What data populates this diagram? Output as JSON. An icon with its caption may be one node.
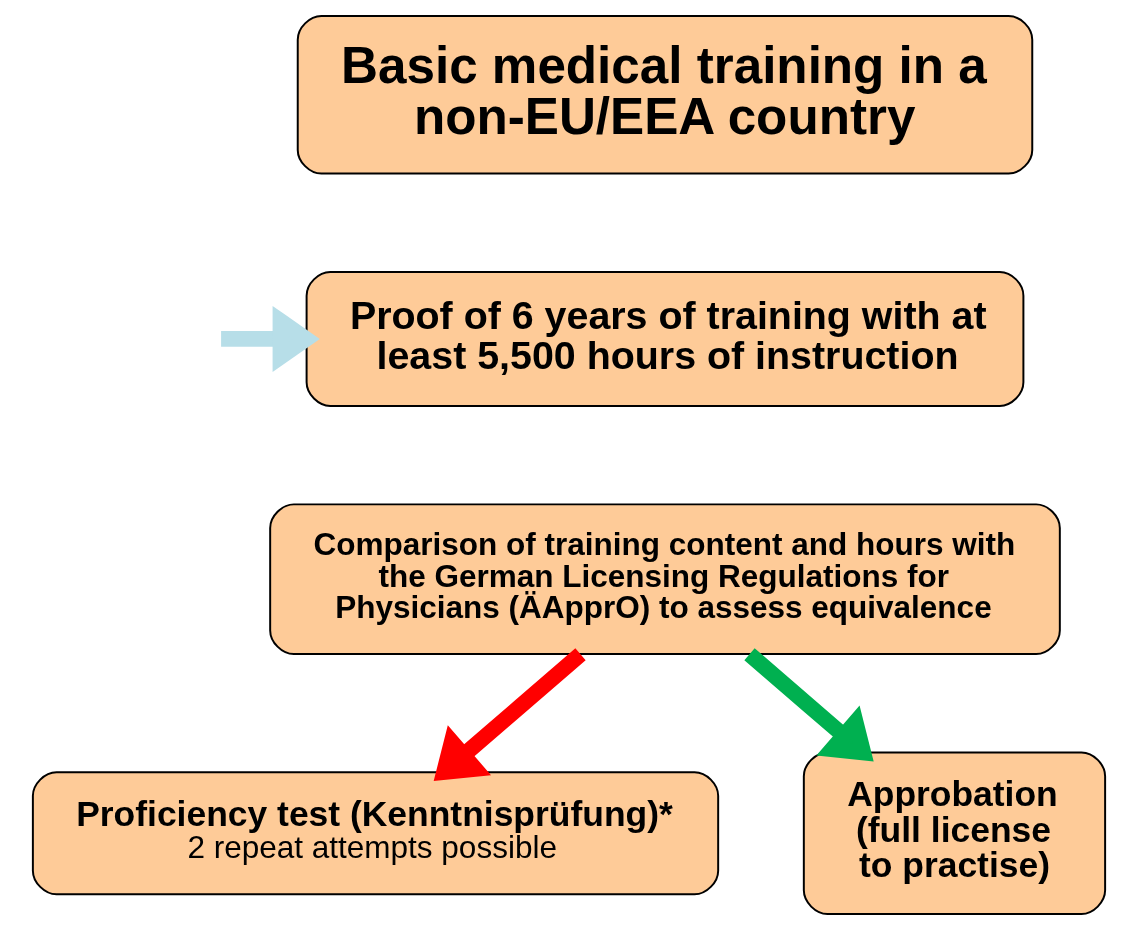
{
  "diagram": {
    "nodes": [
      {
        "text": [
          "Basic medical training in a non-EU/EEA country"
        ]
      },
      {
        "text": [
          "Proof of 6 years of training with at least 5,500 hours of instruction"
        ]
      },
      {
        "text": [
          "Comparison of training content and hours with the German Licensing Regulations for Physicians (ÄApprO) to assess equivalence"
        ]
      },
      {
        "text": [
          "Proficiency test (Kenntnisprüfung)*",
          "2 repeat attempts possible"
        ]
      },
      {
        "text": [
          "Approbation (full license to practise)"
        ]
      }
    ],
    "edges": [
      {
        "from": null,
        "to": 1,
        "arrow": "to",
        "color": "#b7dee8"
      },
      {
        "from": 2,
        "to": 3,
        "arrow": "to",
        "color": "#ff0000"
      },
      {
        "from": 2,
        "to": 4,
        "arrow": "to",
        "color": "#00b050"
      }
    ]
  }
}
